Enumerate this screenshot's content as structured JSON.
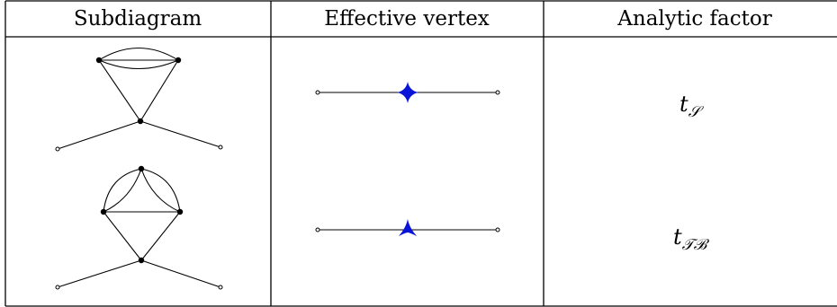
{
  "table": {
    "headers": [
      "Subdiagram",
      "Effective vertex",
      "Analytic factor"
    ],
    "rows": [
      {
        "subdiagram": "sunset-subdiagram",
        "vertex_icon": "four-point-star-icon",
        "vertex_color": "#0a14d8",
        "factor_base": "t",
        "factor_subscript": "𝒮"
      },
      {
        "subdiagram": "tetrahedral-bubble-subdiagram",
        "vertex_icon": "three-point-star-icon",
        "vertex_color": "#0a14d8",
        "factor_base": "t",
        "factor_subscript": "𝒯ℬ"
      }
    ]
  }
}
